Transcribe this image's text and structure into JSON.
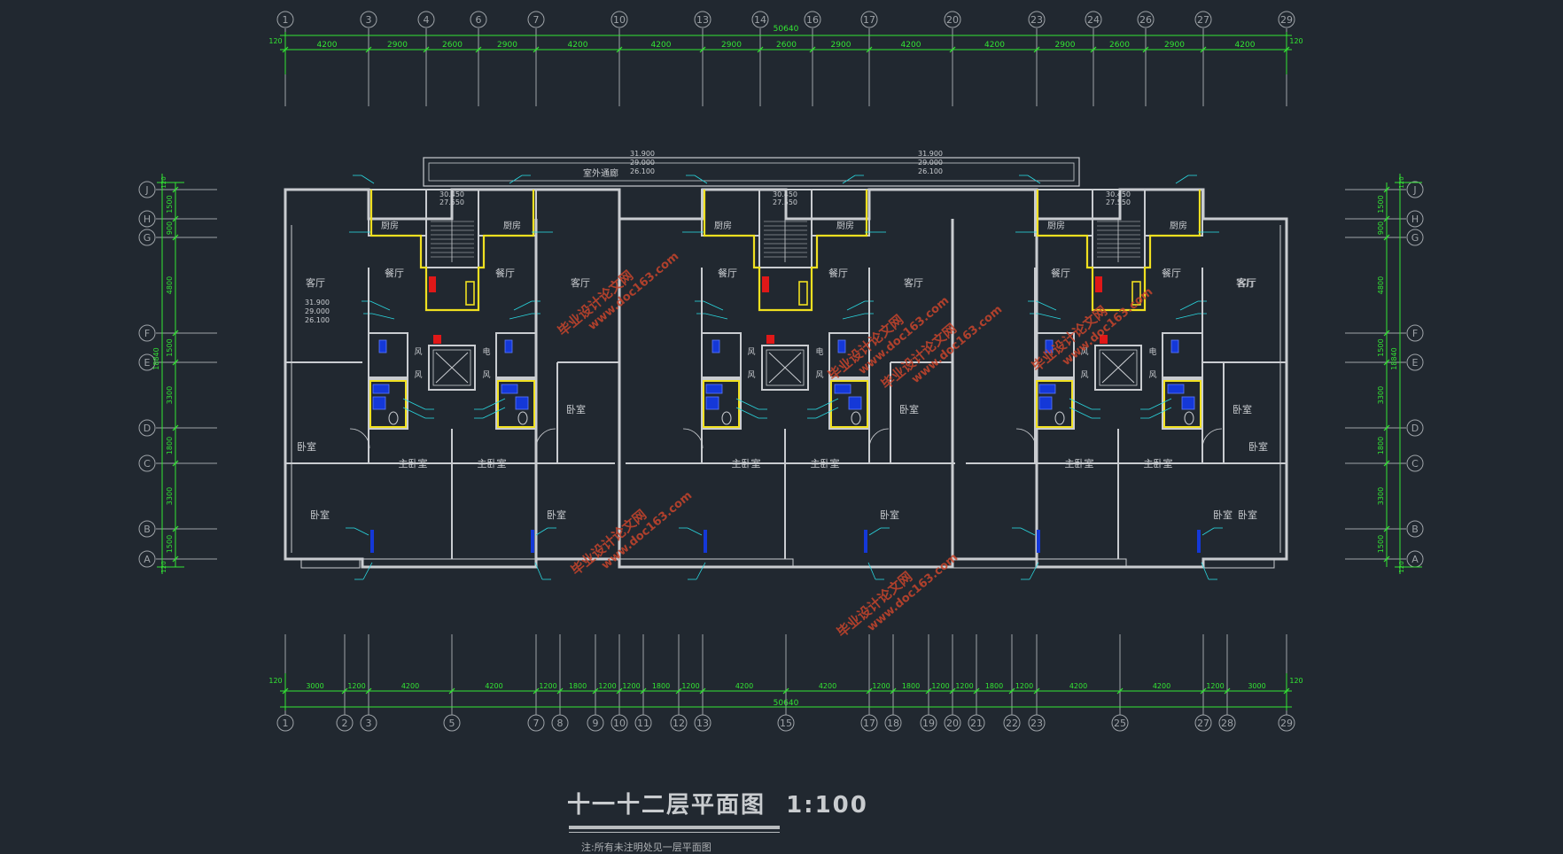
{
  "drawing": {
    "title": "十一十二层平面图",
    "scale": "1:100",
    "subtitle": "注:所有未注明处见一层平面图",
    "top_axes": [
      "1",
      "3",
      "4",
      "6",
      "7",
      "10",
      "13",
      "14",
      "16",
      "17",
      "20",
      "23",
      "24",
      "26",
      "27",
      "29"
    ],
    "top_dims": [
      "4200",
      "2900",
      "2600",
      "2900",
      "4200",
      "4200",
      "2900",
      "2600",
      "2900",
      "4200",
      "4200",
      "2900",
      "2600",
      "2900",
      "4200"
    ],
    "top_total": "50640",
    "edge_dim": "120",
    "bottom_axes": [
      "1",
      "2",
      "3",
      "5",
      "7",
      "8",
      "9",
      "10",
      "11",
      "12",
      "13",
      "15",
      "17",
      "18",
      "19",
      "20",
      "21",
      "22",
      "23",
      "25",
      "27",
      "28",
      "29"
    ],
    "bottom_dims": [
      "3000",
      "1200",
      "4200",
      "4200",
      "1200",
      "1800",
      "1200",
      "1200",
      "1800",
      "1200",
      "4200",
      "4200",
      "1200",
      "1800",
      "1200",
      "1200",
      "1800",
      "1200",
      "4200",
      "4200",
      "1200",
      "3000"
    ],
    "bottom_total": "50640",
    "row_axes": [
      "J",
      "H",
      "G",
      "F",
      "E",
      "D",
      "C",
      "B",
      "A"
    ],
    "row_dims": [
      "1500",
      "900",
      "4800",
      "1500",
      "3300",
      "1800",
      "3300",
      "1500"
    ],
    "row_total": "18840",
    "rooms": {
      "living": "客厅",
      "dining": "餐厅",
      "kitchen": "厨房",
      "bedroom": "卧室",
      "master": "主卧室",
      "corridor": "室外通廊",
      "wind": "风",
      "elec": "电"
    },
    "elevations": [
      "31.900",
      "29.000",
      "26.100"
    ],
    "stair_elevations": [
      "30.450",
      "27.550"
    ],
    "watermark_text": "毕业设计论文网",
    "watermark_url": "www.doc163.com",
    "colors": {
      "background": "#212830",
      "walls": "#c9ccd0",
      "axis_lines": "#9ea3a8",
      "dimensions": "#33e633",
      "pipes": "#f0e020",
      "fixtures": "#1438d8",
      "fire_box": "#e01818",
      "labels_cyan": "#2ad8e0",
      "watermark": "#c8452c"
    }
  }
}
